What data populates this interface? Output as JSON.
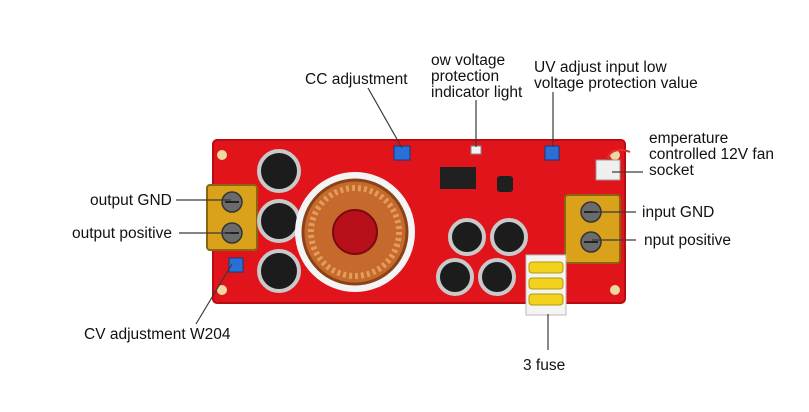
{
  "colors": {
    "board": "#e1141c",
    "board_dark": "#b80b12",
    "leader": "#3a3a3a",
    "terminal": "#d9a21a",
    "trimmer": "#2a6fd6",
    "fuse": "#f2d21a"
  },
  "labels": {
    "cc_adjustment": "CC adjustment",
    "ov_indicator": [
      "ow voltage",
      "protection",
      "indicator light"
    ],
    "uv_adjust": [
      "UV adjust input low",
      "voltage protection value"
    ],
    "temp_fan": [
      "emperature",
      "controlled 12V fan",
      "socket"
    ],
    "output_gnd": "output GND",
    "output_positive": "output positive",
    "input_gnd": "input GND",
    "input_positive": "nput positive",
    "cv_adjustment": "CV adjustment W204",
    "fuse": "3 fuse"
  }
}
